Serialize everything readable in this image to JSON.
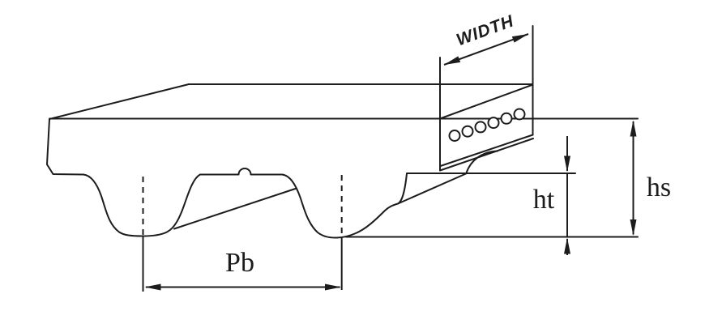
{
  "diagram": {
    "labels": {
      "width": "WIDTH",
      "total_height": "hs",
      "tooth_height": "ht",
      "pitch": "Pb"
    },
    "cords": {
      "count": 6
    },
    "colors": {
      "line": "#1c1c1c",
      "background": "#ffffff"
    }
  }
}
